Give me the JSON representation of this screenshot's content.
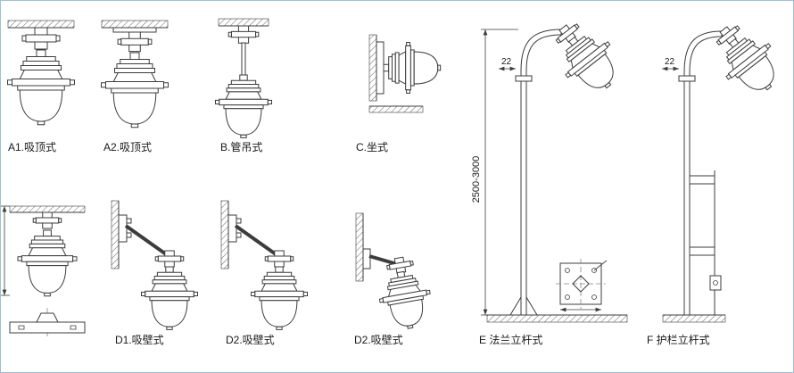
{
  "page": {
    "background": "#ffffff",
    "border_color": "#9dbfdf",
    "line_color": "#3c3c3c"
  },
  "figures": {
    "a1": {
      "label": "A1.吸顶式"
    },
    "a2": {
      "label": "A2.吸顶式"
    },
    "b": {
      "label": "B.管吊式"
    },
    "c": {
      "label": "C.坐式"
    },
    "d1": {
      "label": "D1.吸壁式"
    },
    "d2a": {
      "label": "D2.吸壁式"
    },
    "d2b": {
      "label": "D2.吸壁式"
    },
    "e": {
      "label": "E 法兰立杆式",
      "height_dim": "2500-3000",
      "offset_dim": "22"
    },
    "f": {
      "label": "F 护栏立杆式",
      "offset_dim": "22"
    }
  }
}
